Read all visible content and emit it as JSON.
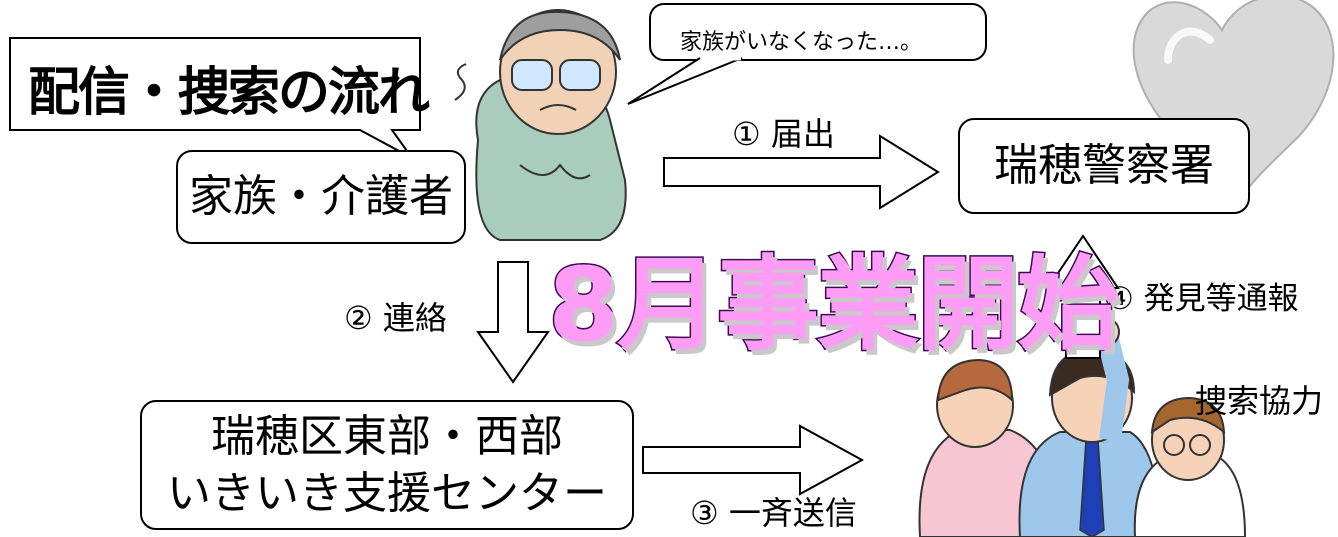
{
  "title": "配信・捜索の流れ",
  "speech": "家族がいなくなった…。",
  "boxes": {
    "family": "家族・介護者",
    "police": "瑞穂警察署",
    "center_line1": "瑞穂区東部・西部",
    "center_line2": "いきいき支援センター"
  },
  "steps": {
    "step1": "① 届出",
    "step2": "② 連絡",
    "step3": "③ 一斉送信",
    "step4": "④ 発見等通報"
  },
  "search_help": "捜索協力",
  "headline": "8月事業開始",
  "colors": {
    "headline_fill": "#ff9cf5",
    "headline_outline": "#3a0a55",
    "arrow_stroke": "#000000"
  },
  "icons": [
    "elderly-person-icon",
    "volunteers-icon",
    "heart-icon"
  ]
}
